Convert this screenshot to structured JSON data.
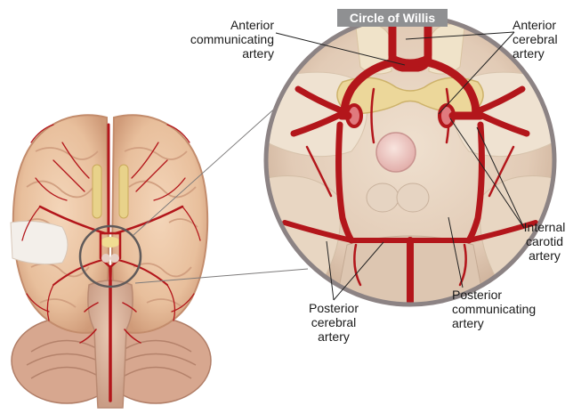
{
  "title": "Circle of Willis",
  "labels": {
    "anterior_communicating": [
      "Anterior",
      "communicating",
      "artery"
    ],
    "anterior_cerebral": [
      "Anterior",
      "cerebral",
      "artery"
    ],
    "internal_carotid": [
      "Internal",
      "carotid",
      "artery"
    ],
    "posterior_communicating": [
      "Posterior",
      "communicating",
      "artery"
    ],
    "posterior_cerebral": [
      "Posterior",
      "cerebral",
      "artery"
    ]
  },
  "colors": {
    "artery": "#b3161b",
    "brain_tissue": "#efc8a8",
    "zoom_ring": "#8c8384",
    "badge": "#8f9092"
  }
}
